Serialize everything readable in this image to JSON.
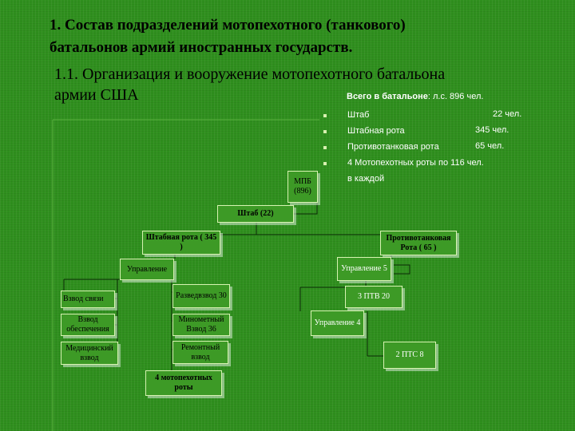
{
  "title": {
    "line1": "1.  Состав подразделений мотопехотного (танкового)",
    "line2": "батальонов армий иностранных государств."
  },
  "subtitle": {
    "line1": "1.1. Организация и вооружение мотопехотного батальона",
    "line2": "армии США"
  },
  "summary": {
    "label": "Всего в батальоне",
    "value": ": л.с. 896 чел.",
    "items": [
      {
        "name": "Штаб",
        "value": "22 чел."
      },
      {
        "name": "Штабная рота",
        "value": "345 чел."
      },
      {
        "name": "Противотанковая рота",
        "value": "65 чел."
      },
      {
        "name": "4 Мотопехотных роты по 116 чел.",
        "value": ""
      }
    ],
    "continuation": "в каждой"
  },
  "nodes": {
    "mpb": "МПБ (896)",
    "shtab": "Штаб (22)",
    "hq_company": "Штабная рота ( 345 )",
    "at_company": "Противотанковая Рота ( 65 )",
    "hq_mgmt": "Управление",
    "at_mgmt": "Управление 5",
    "signal": "Взвод связи",
    "recon": "Разведвзвод 30",
    "supply": "Взвод обеспечения",
    "mortar": "Минометный Взвод 36",
    "medical": "Медицинский взвод",
    "repair": "Ремонтный взвод",
    "mech_companies": "4 мотопехотных роты",
    "ptv": "3 ПТВ 20",
    "at_mgmt2": "Управление 4",
    "pts": "2 ПТС 8"
  }
}
